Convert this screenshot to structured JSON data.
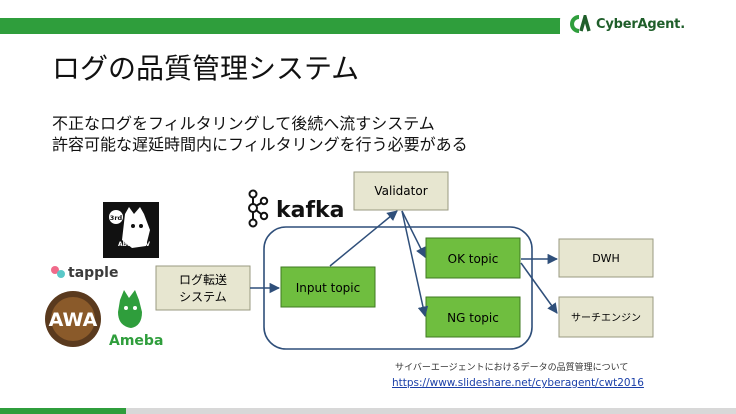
{
  "brand": {
    "name": "CyberAgent.",
    "accent": "#2f9e3c"
  },
  "slide": {
    "title": "ログの品質管理システム",
    "subtitle_1": "不正なログをフィルタリングして後続へ流すシステム",
    "subtitle_2": "許容可能な遅延時間内にフィルタリングを行う必要がある"
  },
  "apps": {
    "abema_badge": "3rd",
    "abema_text": "AbemaTV",
    "tapple": "tapple",
    "awa": "AWA",
    "ameba": "Ameba"
  },
  "diagram": {
    "kafka_label": "kafka",
    "log_transfer_line1": "ログ転送",
    "log_transfer_line2": "システム",
    "input_topic": "Input topic",
    "validator": "Validator",
    "ok_topic": "OK topic",
    "ng_topic": "NG topic",
    "dwh": "DWH",
    "search_engine": "サーチエンジン"
  },
  "source": {
    "caption": "サイバーエージェントにおけるデータの品質管理について",
    "url": "https://www.slideshare.net/cyberagent/cwt2016"
  }
}
